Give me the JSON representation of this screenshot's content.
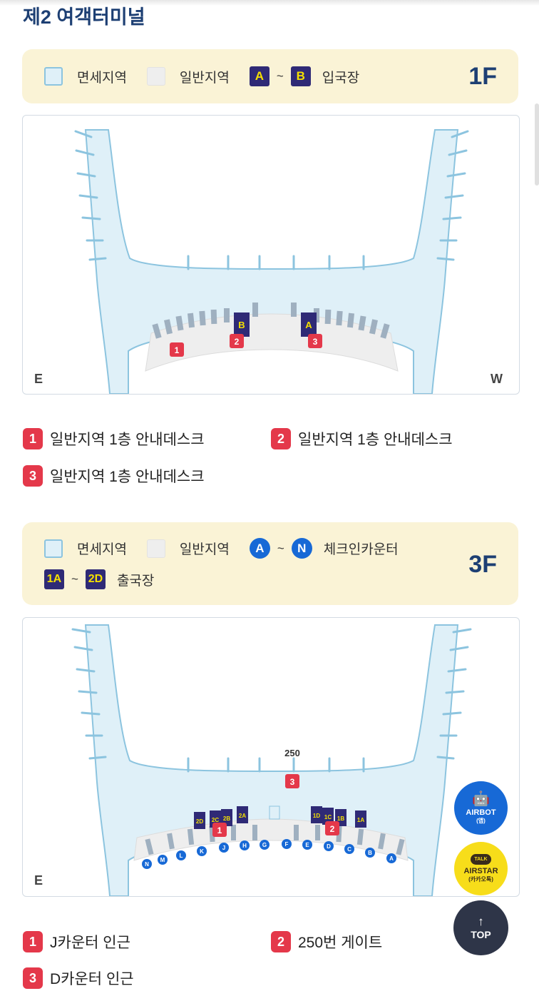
{
  "terminal_title": "제2 여객터미널",
  "legend_1f": {
    "duty_free": "면세지역",
    "general": "일반지역",
    "from": "A",
    "tilde": "~",
    "to": "B",
    "entrance": "입국장",
    "floor": "1F"
  },
  "map_1f": {
    "east": "E",
    "west": "W",
    "gates": [
      "B",
      "A"
    ],
    "desks": [
      "1",
      "2",
      "3"
    ]
  },
  "desks_1f": [
    {
      "num": "1",
      "label": "일반지역 1층 안내데스크"
    },
    {
      "num": "2",
      "label": "일반지역 1층 안내데스크"
    },
    {
      "num": "3",
      "label": "일반지역 1층 안내데스크"
    }
  ],
  "legend_3f": {
    "duty_free": "면세지역",
    "general": "일반지역",
    "counter_from": "A",
    "tilde": "~",
    "counter_to": "N",
    "checkin": "체크인카운터",
    "gate_from": "1A",
    "gate_to": "2D",
    "departure": "출국장",
    "floor": "3F"
  },
  "map_3f": {
    "east": "E",
    "gate_number": "250",
    "gates": [
      "2D",
      "2C",
      "2B",
      "2A",
      "1D",
      "1C",
      "1B",
      "1A"
    ],
    "counters": [
      "N",
      "M",
      "L",
      "K",
      "J",
      "H",
      "G",
      "F",
      "E",
      "D",
      "C",
      "B",
      "A"
    ],
    "desks": [
      "1",
      "2",
      "3"
    ]
  },
  "desks_3f": [
    {
      "num": "1",
      "label": "J카운터 인근"
    },
    {
      "num": "2",
      "label": "250번 게이트"
    },
    {
      "num": "3",
      "label": "D카운터 인근"
    }
  ],
  "airbot": {
    "name": "AIRBOT",
    "sub": "(앱)"
  },
  "airstar": {
    "name": "AIRSTAR",
    "sub": "(카카오톡)",
    "badge": "TALK"
  },
  "top_button": {
    "arrow": "↑",
    "label": "TOP"
  },
  "colors": {
    "navy": "#1d3f73",
    "legend_bg": "#faf3d6",
    "duty_free_area": "#dff0f8",
    "general_area": "#eeeeee",
    "gate_bg": "#2f2a76",
    "gate_text": "#f5e000",
    "desk_red": "#e4384a",
    "counter_blue": "#1769d6"
  }
}
